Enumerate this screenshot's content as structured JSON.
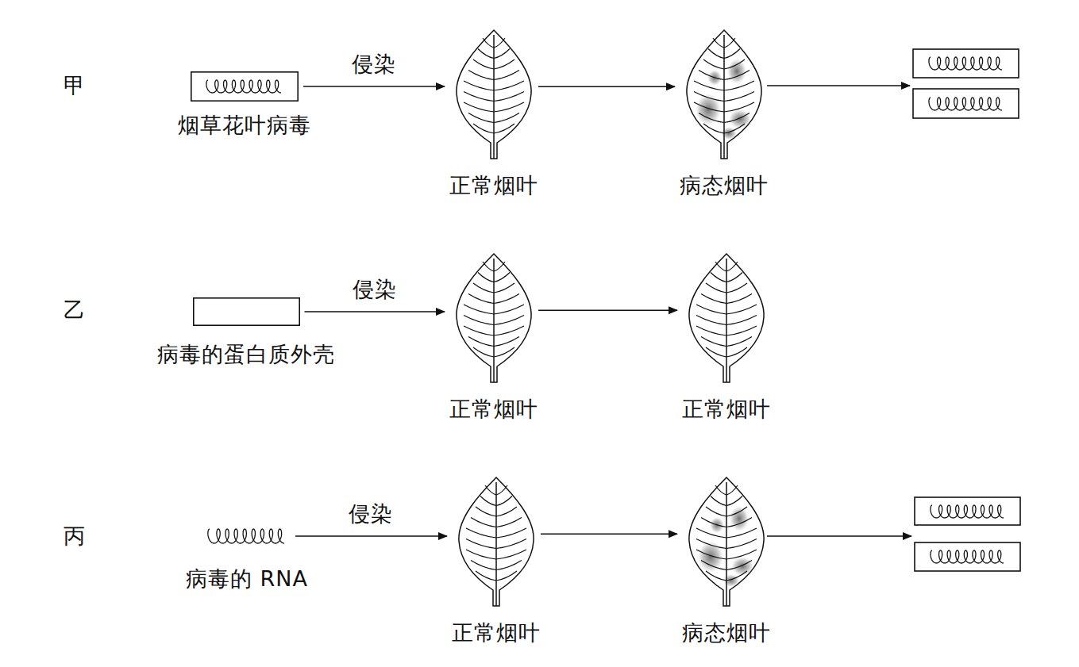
{
  "diagram": {
    "nodes": [
      {
        "text": [
          "烟草花叶病毒"
        ]
      },
      {
        "text": [
          "正常烟叶"
        ]
      },
      {
        "text": [
          "病态烟叶"
        ]
      },
      {
        "text": [
          "病毒的蛋白质外壳"
        ]
      },
      {
        "text": [
          "正常烟叶"
        ]
      },
      {
        "text": [
          "正常烟叶"
        ]
      },
      {
        "text": [
          "病毒的 RNA"
        ]
      },
      {
        "text": [
          "正常烟叶"
        ]
      },
      {
        "text": [
          "病态烟叶"
        ]
      }
    ],
    "edges": [
      {
        "from": 0,
        "to": 1,
        "arrow": "to",
        "label": "侵染"
      },
      {
        "from": 1,
        "to": 2,
        "arrow": "to"
      },
      {
        "from": 3,
        "to": 4,
        "arrow": "to",
        "label": "侵染"
      },
      {
        "from": 4,
        "to": 5,
        "arrow": "to"
      },
      {
        "from": 6,
        "to": 7,
        "arrow": "to",
        "label": "侵染"
      },
      {
        "from": 7,
        "to": 8,
        "arrow": "to"
      }
    ],
    "labels": [
      "甲",
      "乙",
      "丙"
    ]
  }
}
